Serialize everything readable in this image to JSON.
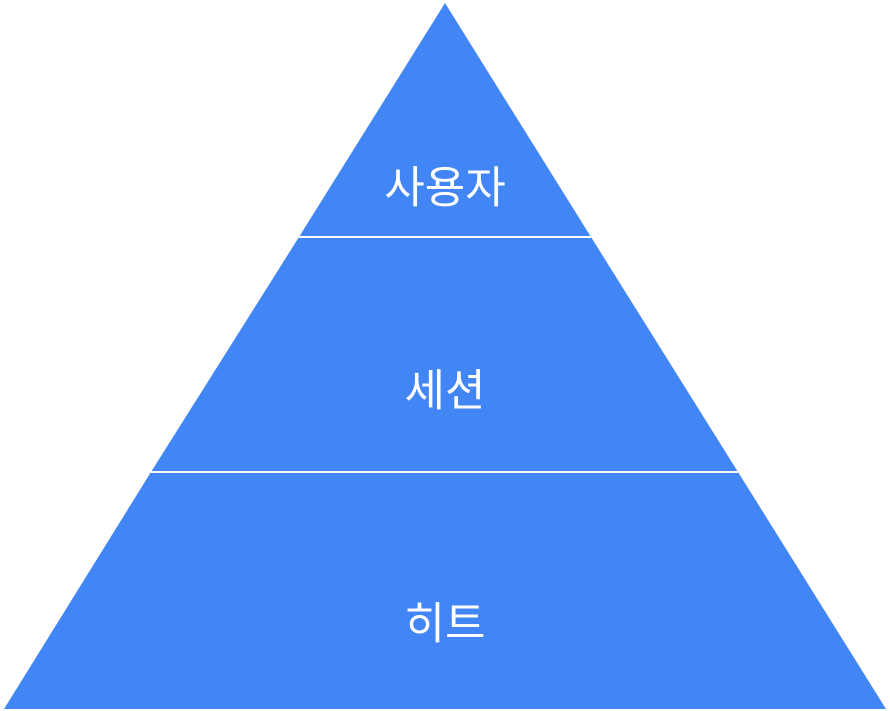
{
  "diagram": {
    "type": "pyramid",
    "fill_color": "#4285f4",
    "divider_color": "#ffffff",
    "label_color": "#ffffff",
    "tiers": [
      {
        "label": "사용자"
      },
      {
        "label": "세션"
      },
      {
        "label": "히트"
      }
    ]
  }
}
